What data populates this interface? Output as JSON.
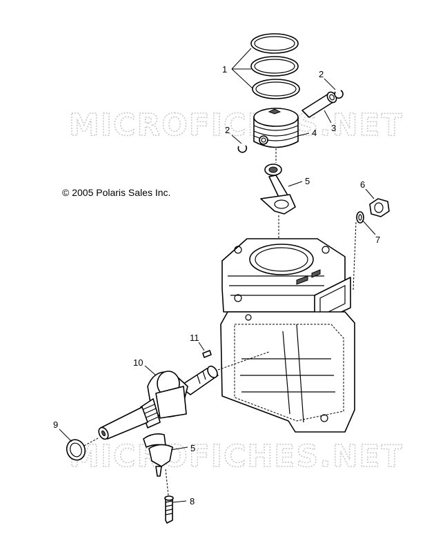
{
  "watermark": {
    "top": "MICROFICHES.NET",
    "bottom": "MICROFICHES.NET"
  },
  "copyright": "© 2005 Polaris Sales Inc.",
  "callouts": {
    "piston_rings": "1",
    "circlip_right": "2",
    "wrist_pin": "3",
    "circlip_left": "2",
    "piston": "4",
    "connecting_rod": "5",
    "nut": "6",
    "washer": "7",
    "rod_cap": "5",
    "cap_bolt": "8",
    "oil_seal": "9",
    "crankshaft": "10",
    "key": "11"
  }
}
